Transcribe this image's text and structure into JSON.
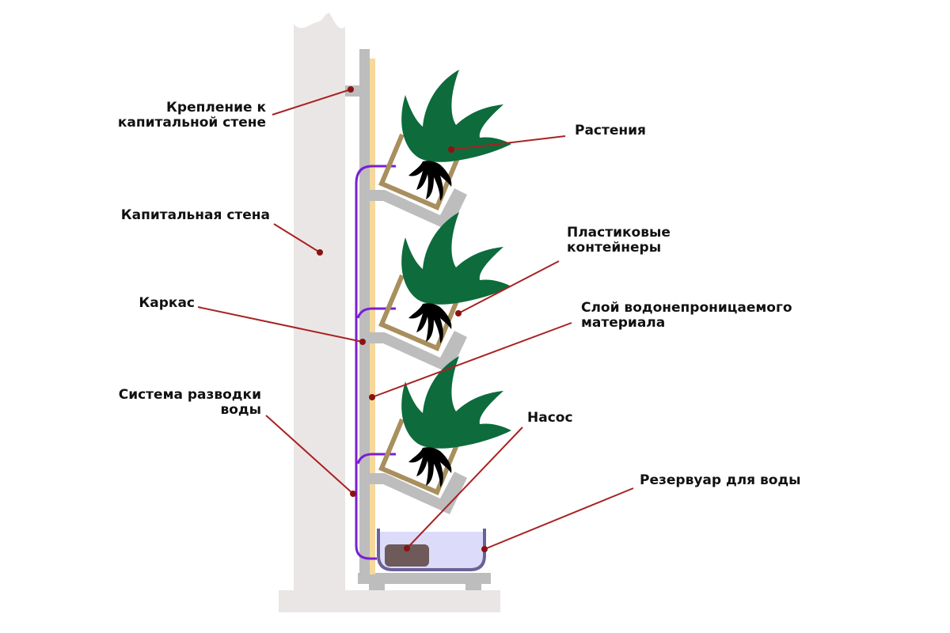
{
  "labels": {
    "mount": [
      "Крепление к",
      "капитальной стене"
    ],
    "wall": "Капитальная стена",
    "frame": "Каркас",
    "water_system": [
      "Система разводки",
      "воды"
    ],
    "plants": "Растения",
    "containers": [
      "Пластиковые",
      "контейнеры"
    ],
    "waterproof_layer": [
      "Слой водонепроницаемого",
      "материала"
    ],
    "pump": "Насос",
    "reservoir": "Резервуар для воды"
  },
  "colors": {
    "wall": "#ebe6e6",
    "frame": "#bdbdbd",
    "waterproof_layer": "#f5d89a",
    "pipe": "#7a1fd1",
    "container": "#a88f5e",
    "plant": "#0d6b3c",
    "roots": "#000000",
    "reservoir_fill": "#dcdcfa",
    "reservoir_border": "#6a6296",
    "pump": "#6e5a59",
    "leader": "#a82222"
  }
}
